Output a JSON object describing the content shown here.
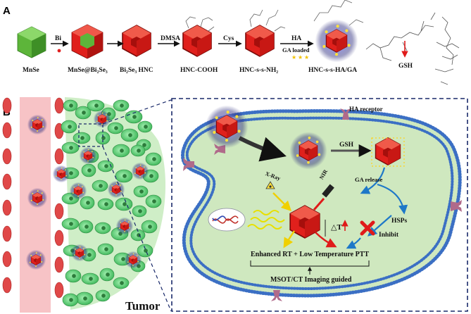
{
  "panel_a": {
    "letter": "A",
    "steps": [
      "MnSe",
      "MnSe@Bi₂Se₃",
      "Bi₂Se₃ HNC",
      "HNC-COOH",
      "HNC-s-s-NH₂",
      "HNC-s-s-HA/GA"
    ],
    "arrow_labels": [
      "Bi",
      "",
      "DMSA",
      "Cys",
      "HA"
    ],
    "ga_loaded": "GA loaded",
    "gsh": "GSH"
  },
  "panel_b": {
    "letter": "B",
    "tumor": "Tumor",
    "ha_receptor": "HA receptor",
    "gsh": "GSH",
    "xray": "X-Ray",
    "nir": "NIR",
    "ga_release": "GA release",
    "hsps": "HSPs",
    "inhibit": "Inhibit",
    "delta_t": "△T",
    "therapy": "Enhanced RT + Low Temperature PTT",
    "imaging": "MSOT/CT Imaging guided"
  },
  "colors": {
    "nanocube": "#e0201c",
    "nanocube_dark": "#8a0c0a",
    "glow": "#4a4aa0",
    "mnse": "#5db53a",
    "vessel": "#f7c3c6",
    "rbc": "#e04040",
    "tumor_cell": "#5fcf73",
    "cytoplasm": "#cfe8bf",
    "membrane": "#3b6fc4",
    "receptor": "#b06a8a"
  }
}
